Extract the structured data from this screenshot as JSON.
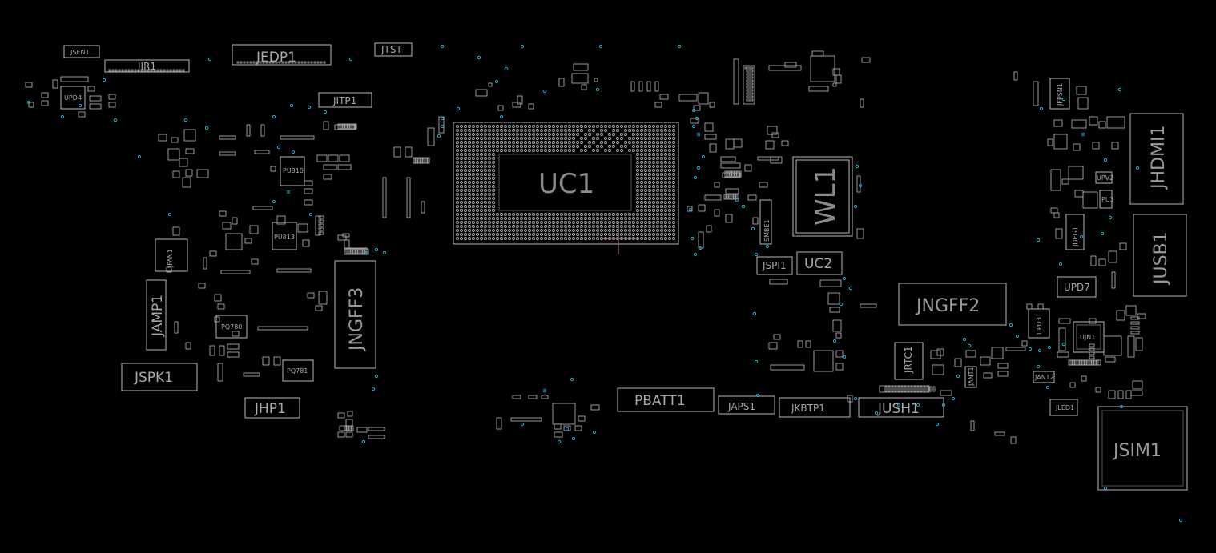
{
  "components": {
    "uc1": "UC1",
    "wl1": "WL1",
    "uc2": "UC2",
    "jspi1": "JSPI1",
    "smbe1": "SMBE1",
    "jngff3": "JNGFF3",
    "jngff2": "JNGFF2",
    "jhdmi1": "JHDMI1",
    "jusb1": "JUSB1",
    "jsim1": "JSIM1",
    "pbatt1": "PBATT1",
    "japs1": "JAPS1",
    "jkbtp1": "JKBTP1",
    "jush1": "JUSH1",
    "jrtc1": "JRTC1",
    "jspk1": "JSPK1",
    "jhp1": "JHP1",
    "jamp1": "JAMP1",
    "jfan1": "JFAN1",
    "jedp1": "JEDP1",
    "jsen1": "JSEN1",
    "jir1": "JIR1",
    "jtst": "JTST",
    "jitp1": "JITP1",
    "upd7": "UPD7",
    "upd3": "UPD3",
    "jdeg1": "JDEG1",
    "jled1": "JLED1",
    "pu810": "PU810",
    "pu813": "PU813",
    "pq780": "PQ780",
    "pq781": "PQ781",
    "upd4": "UPD4",
    "jfpsn1": "JFPSN1",
    "upv2": "UPV2",
    "pu3": "PU3",
    "ujn1": "UJN1",
    "jant1": "JANT1",
    "jant2": "JANT2"
  },
  "colors": {
    "background": "#000000",
    "outline": "#b8b8b8",
    "via": "#2aa7c9",
    "marker": "#b07a88"
  }
}
